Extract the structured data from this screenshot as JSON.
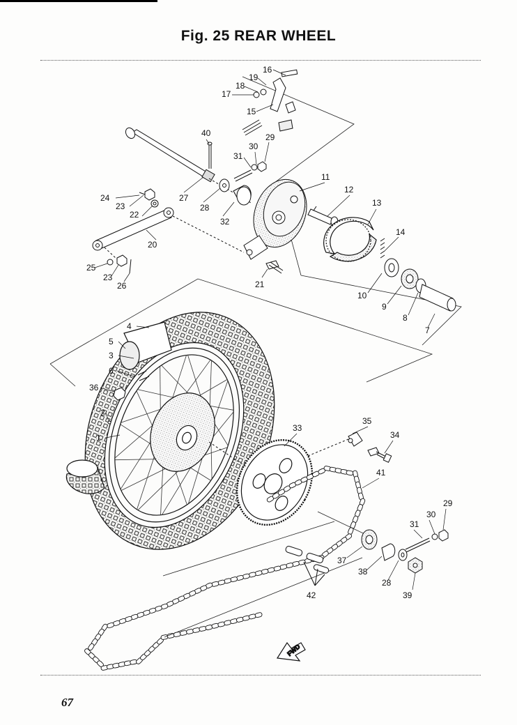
{
  "title": "Fig. 25 REAR WHEEL",
  "page_number": "67",
  "direction_label": "FWD",
  "part_numbers": {
    "p1": "1",
    "p2": "2",
    "p3": "3",
    "p4": "4",
    "p5": "5",
    "p6": "6",
    "p7": "7",
    "p8": "8",
    "p9": "9",
    "p10": "10",
    "p11": "11",
    "p12": "12",
    "p13": "13",
    "p14": "14",
    "p15": "15",
    "p16": "16",
    "p17": "17",
    "p18": "18",
    "p19": "19",
    "p20": "20",
    "p21": "21",
    "p22": "22",
    "p23a": "23",
    "p23b": "23",
    "p24": "24",
    "p25": "25",
    "p26": "26",
    "p27": "27",
    "p28a": "28",
    "p28b": "28",
    "p29a": "29",
    "p29b": "29",
    "p30a": "30",
    "p30b": "30",
    "p31a": "31",
    "p31b": "31",
    "p32": "32",
    "p33": "33",
    "p34": "34",
    "p35": "35",
    "p36": "36",
    "p37": "37",
    "p38": "38",
    "p39": "39",
    "p40": "40",
    "p41": "41",
    "p42": "42"
  }
}
